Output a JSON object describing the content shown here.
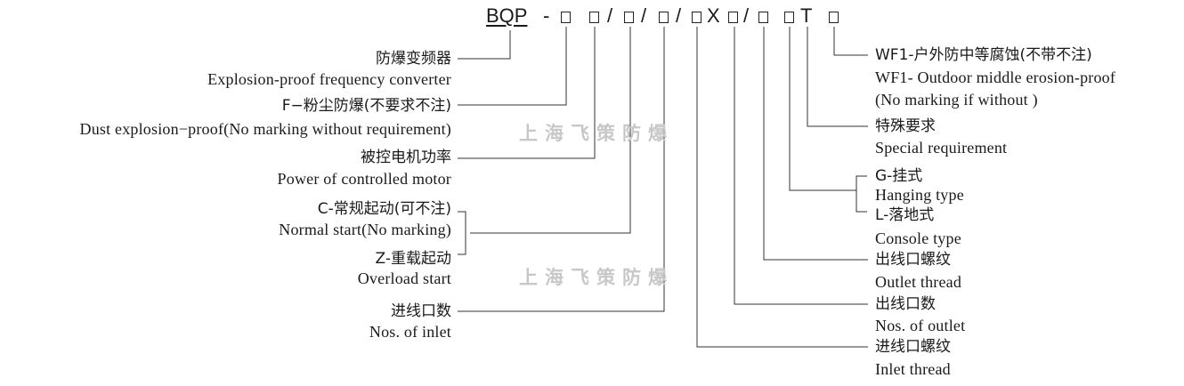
{
  "model_code": {
    "prefix": "BQP",
    "dash": "-",
    "slash": "/",
    "x_letter": "X",
    "t_letter": "T"
  },
  "labels": {
    "explosion_proof_zh": "防爆变频器",
    "explosion_proof_en": "Explosion-proof  frequency  converter",
    "dust_zh": "F−粉尘防爆(不要求不注)",
    "dust_en": "Dust explosion−proof(No marking without requirement)",
    "power_zh": "被控电机功率",
    "power_en": "Power  of  controlled  motor",
    "normal_start_zh": "C-常规起动(可不注)",
    "normal_start_en": "Normal  start(No marking)",
    "overload_zh": "Z-重载起动",
    "overload_en": "Overload start",
    "inlet_count_zh": "进线口数",
    "inlet_count_en": "Nos.  of  inlet",
    "wf1_zh": "WF1-户外防中等腐蚀(不带不注)",
    "wf1_en": "WF1- Outdoor middle erosion-proof",
    "wf1_note_en": "(No marking  if without )",
    "special_zh": "特殊要求",
    "special_en": "Special  requirement",
    "hanging_zh": "G-挂式",
    "hanging_en": "Hanging  type",
    "console_zh": "L-落地式",
    "console_en": "Console  type",
    "outlet_thread_zh": "出线口螺纹",
    "outlet_thread_en": "Outlet  thread",
    "outlet_count_zh": "出线口数",
    "outlet_count_en": "Nos.  of  outlet",
    "inlet_thread_zh": "进线口螺纹",
    "inlet_thread_en": "Inlet  thread"
  },
  "watermark": "上海飞策防爆"
}
